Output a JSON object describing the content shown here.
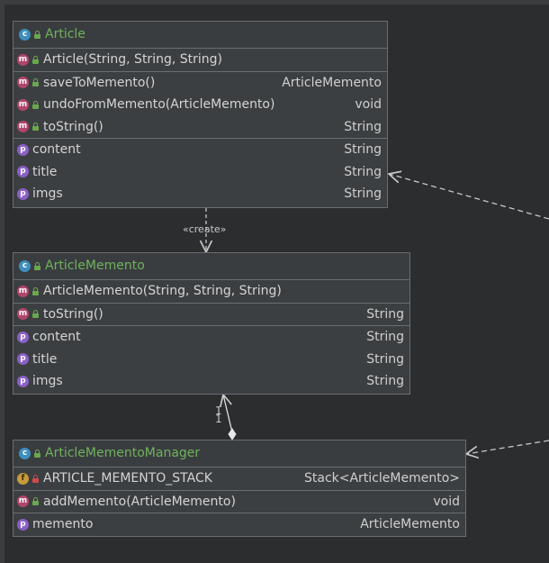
{
  "classes": {
    "article": {
      "name": "Article",
      "constructors": [
        {
          "signature": "Article(String, String, String)"
        }
      ],
      "methods": [
        {
          "signature": "saveToMemento()",
          "type": "ArticleMemento"
        },
        {
          "signature": "undoFromMemento(ArticleMemento)",
          "type": "void"
        },
        {
          "signature": "toString()",
          "type": "String"
        }
      ],
      "fields": [
        {
          "name": "content",
          "type": "String"
        },
        {
          "name": "title",
          "type": "String"
        },
        {
          "name": "imgs",
          "type": "String"
        }
      ]
    },
    "memento": {
      "name": "ArticleMemento",
      "constructors": [
        {
          "signature": "ArticleMemento(String, String, String)"
        }
      ],
      "methods": [
        {
          "signature": "toString()",
          "type": "String"
        }
      ],
      "fields": [
        {
          "name": "content",
          "type": "String"
        },
        {
          "name": "title",
          "type": "String"
        },
        {
          "name": "imgs",
          "type": "String"
        }
      ]
    },
    "manager": {
      "name": "ArticleMementoManager",
      "constants": [
        {
          "name": "ARTICLE_MEMENTO_STACK",
          "type": "Stack<ArticleMemento>"
        }
      ],
      "methods": [
        {
          "signature": "addMemento(ArticleMemento)",
          "type": "void"
        }
      ],
      "fields": [
        {
          "name": "memento",
          "type": "ArticleMemento"
        }
      ]
    }
  },
  "relations": {
    "create_label": "«create»",
    "multiplicity": "1\n1"
  },
  "colors": {
    "background": "#2b2d2f",
    "class_name": "#6fb35a",
    "text": "#d4d4d4",
    "border": "#6a6e72",
    "connector": "#c8c8c8"
  },
  "icons": {
    "class": "class-icon",
    "method": "method-icon",
    "field": "property-icon",
    "constant": "final-field-icon",
    "public": "public-lock-icon",
    "private": "private-lock-icon"
  }
}
